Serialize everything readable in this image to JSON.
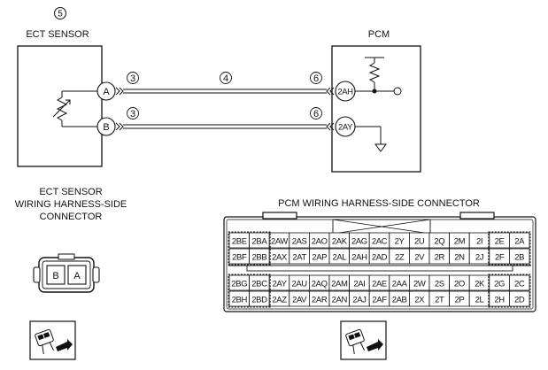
{
  "ect": {
    "circled_number": "5",
    "title": "ECT SENSOR",
    "terminal_a": "A",
    "terminal_b": "B"
  },
  "pcm": {
    "title": "PCM",
    "terminal_top": "2AH",
    "terminal_bottom": "2AY"
  },
  "wire_labels": {
    "a_left": "3",
    "b_left": "3",
    "middle": "4",
    "a_right": "6",
    "b_right": "6"
  },
  "ect_connector": {
    "caption_line1": "ECT SENSOR",
    "caption_line2": "WIRING HARNESS-SIDE",
    "caption_line3": "CONNECTOR",
    "pins": [
      "B",
      "A"
    ]
  },
  "pcm_connector": {
    "caption": "PCM WIRING HARNESS-SIDE CONNECTOR",
    "rows": [
      [
        "2BE",
        "2BA",
        "2AW",
        "2AS",
        "2AO",
        "2AK",
        "2AG",
        "2AC",
        "2Y",
        "2U",
        "2Q",
        "2M",
        "2I",
        "2E",
        "2A"
      ],
      [
        "2BF",
        "2BB",
        "2AX",
        "2AT",
        "2AP",
        "2AL",
        "2AH",
        "2AD",
        "2Z",
        "2V",
        "2R",
        "2N",
        "2J",
        "2F",
        "2B"
      ],
      [
        "2BG",
        "2BC",
        "2AY",
        "2AU",
        "2AQ",
        "2AM",
        "2AI",
        "2AE",
        "2AA",
        "2W",
        "2S",
        "2O",
        "2K",
        "2G",
        "2C"
      ],
      [
        "2BH",
        "2BD",
        "2AZ",
        "2AV",
        "2AR",
        "2AN",
        "2AJ",
        "2AF",
        "2AB",
        "2X",
        "2T",
        "2P",
        "2L",
        "2H",
        "2D"
      ]
    ]
  }
}
